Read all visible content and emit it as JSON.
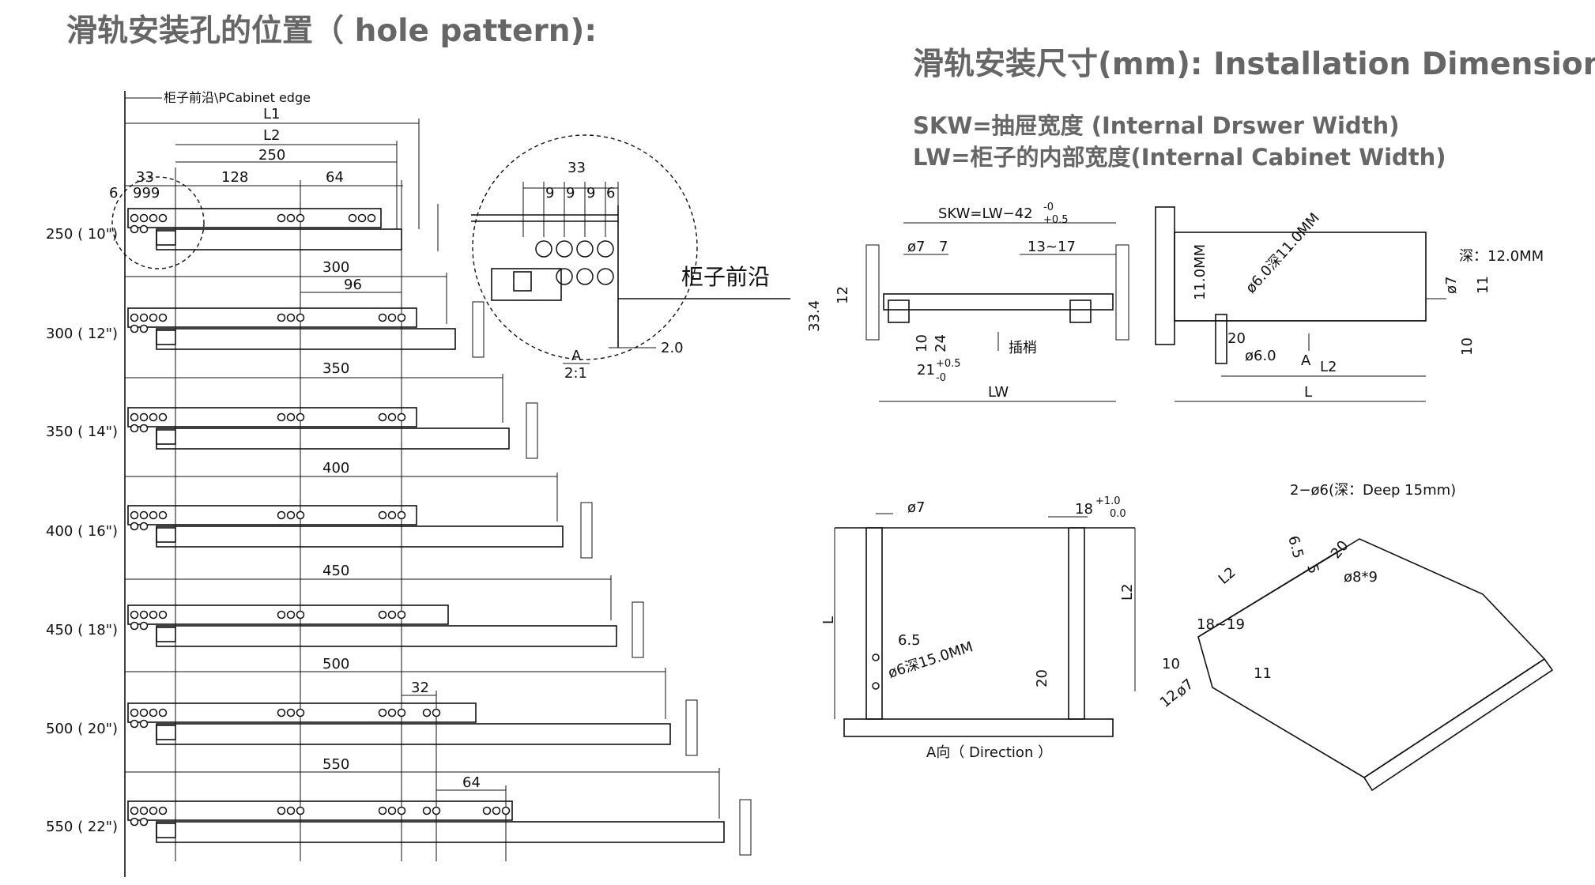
{
  "headings": {
    "left": "滑轨安装孔的位置（ hole pattern):",
    "right": "滑轨安装尺寸(mm): Installation Dimensions:",
    "skw_def": "SKW=抽屉宽度 (Internal Drswer Width)",
    "lw_def": "LW=柜子的内部宽度(Internal Cabinet Width)"
  },
  "hole_pattern": {
    "cabinet_edge_label": "柜子前沿\\PCabinet edge",
    "dim_l1": "L1",
    "dim_l2": "L2",
    "dim_250": "250",
    "dim_33": "33",
    "dim_128": "128",
    "dim_64": "64",
    "dim_6": "6",
    "dim_999": "999",
    "rows": [
      {
        "label": "250 ( 10\")",
        "length": "250"
      },
      {
        "label": "300 ( 12\")",
        "length": "300",
        "extra": "96"
      },
      {
        "label": "350 ( 14\")",
        "length": "350"
      },
      {
        "label": "400 ( 16\")",
        "length": "400"
      },
      {
        "label": "450 ( 18\")",
        "length": "450"
      },
      {
        "label": "500 ( 20\")",
        "length": "500",
        "extra": "32"
      },
      {
        "label": "550 ( 22\")",
        "length": "550",
        "extra": "64"
      }
    ]
  },
  "detail": {
    "dim_33": "33",
    "dims": [
      "9",
      "9",
      "9",
      "6"
    ],
    "edge_label": "柜子前沿",
    "dim_2": "2.0",
    "view_label": "A",
    "scale": "2:1"
  },
  "section_view": {
    "skw": "SKW=LW−42",
    "skw_tol_sup": "-0",
    "skw_tol_sub": "+0.5",
    "phi7": "ø7",
    "dim_7": "7",
    "dim_13_17": "13~17",
    "dim_12": "12",
    "dim_33_4": "33.4",
    "dim_10": "10",
    "dim_24": "24",
    "dim_21": "21",
    "dim_21_tol_sup": "+0.5",
    "dim_21_tol_sub": "-0",
    "pin_label": "插梢",
    "lw": "LW"
  },
  "side_view": {
    "dim_11mm": "11.0MM",
    "hole_note": "ø6.0深11.0MM",
    "phi7": "ø7",
    "depth": "深：12.0MM",
    "dim_11": "11",
    "dim_10": "10",
    "dim_20": "20",
    "phi6": "ø6.0",
    "view_a": "A",
    "l2": "L2",
    "l": "L"
  },
  "direction_view": {
    "phi7": "ø7",
    "dim_18": "18",
    "dim_18_tol_sup": "+1.0",
    "dim_18_tol_sub": "0.0",
    "l2": "L2",
    "l": "L",
    "dim_6_5": "6.5",
    "hole_note": "ø6深15.0MM",
    "dim_20": "20",
    "caption": "A向（ Direction ）"
  },
  "iso_view": {
    "holes_note": "2−ø6(深：Deep 15mm)",
    "l2": "L2",
    "dim_6_5": "6.5",
    "dim_20": "20",
    "dim_5": "5",
    "phi8x9": "ø8*9",
    "dim_18_19": "18~19",
    "dim_10": "10",
    "dim_12": "12",
    "phi7": "ø7",
    "dim_11": "11"
  }
}
